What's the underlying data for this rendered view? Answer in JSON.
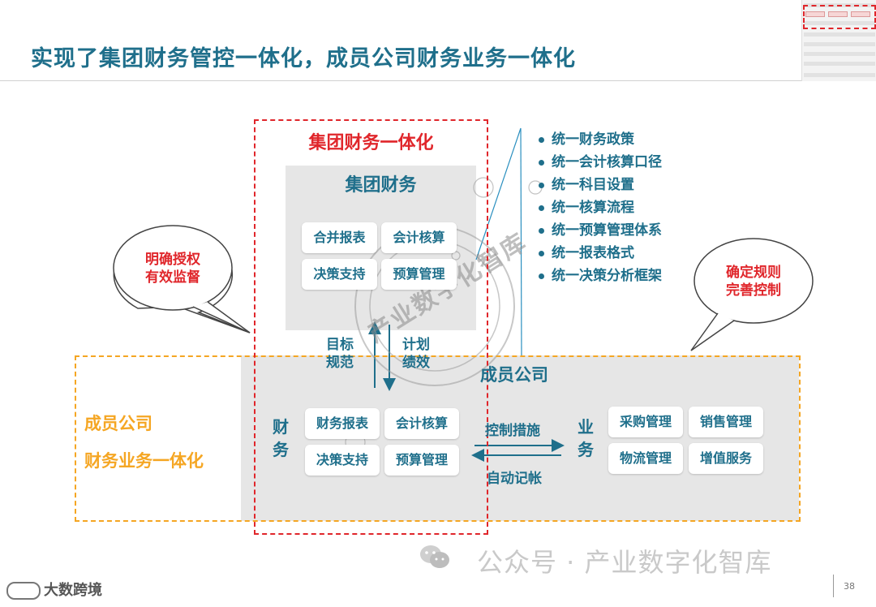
{
  "title": "实现了集团财务管控一体化，成员公司财务业务一体化",
  "group_section": {
    "title": "集团财务一体化",
    "box_title": "集团财务",
    "items": [
      "合并报表",
      "会计核算",
      "决策支持",
      "预算管理"
    ]
  },
  "member_section": {
    "title": "成员公司",
    "side_label_line1": "成员公司",
    "side_label_line2": "财务业务一体化",
    "finance_label": "财务",
    "finance_items": [
      "财务报表",
      "会计核算",
      "决策支持",
      "预算管理"
    ],
    "business_label": "业务",
    "business_items": [
      "采购管理",
      "销售管理",
      "物流管理",
      "增值服务"
    ],
    "control_label": "控制措施",
    "auto_label": "自动记帐"
  },
  "vertical_labels": {
    "goal_line1": "目标",
    "goal_line2": "规范",
    "plan_line1": "计划",
    "plan_line2": "绩效"
  },
  "bullets": [
    "统一财务政策",
    "统一会计核算口径",
    "统一科目设置",
    "统一核算流程",
    "统一预算管理体系",
    "统一报表格式",
    "统一决策分析框架"
  ],
  "bubble_left": {
    "line1": "明确授权",
    "line2": "有效监督"
  },
  "bubble_right": {
    "line1": "确定规则",
    "line2": "完善控制"
  },
  "watermark": "公众号 · 产业数字化智库",
  "watermark_circle": "产业数字化智库",
  "bottom_logo": "大数跨境",
  "page_number": "38",
  "colors": {
    "blue": "#1f6f8b",
    "red": "#e0262b",
    "orange": "#f5a623",
    "grey": "#e6e6e6"
  }
}
